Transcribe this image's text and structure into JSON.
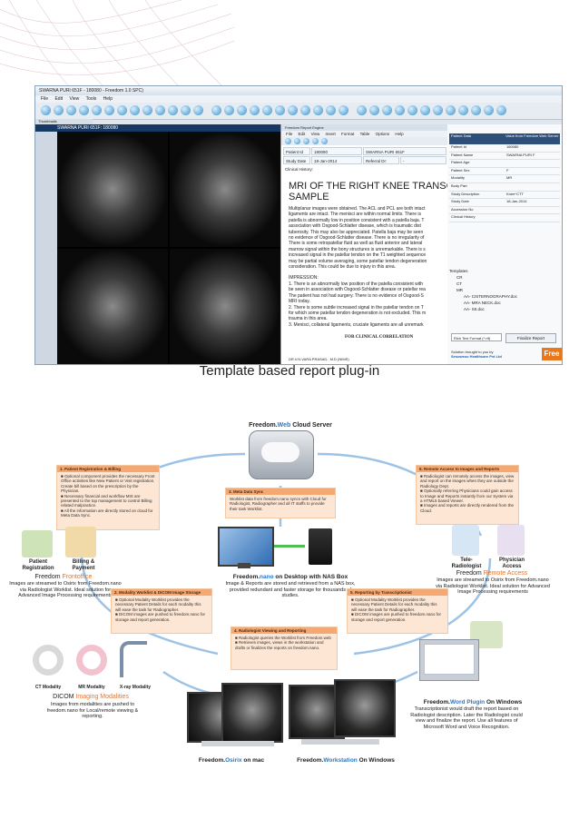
{
  "screenshot": {
    "title_bar": "SWARNA PURI 651F - 180080 - Freedom 1.0 SPC)",
    "menu": [
      "File",
      "Edit",
      "View",
      "Tools",
      "Help"
    ],
    "thumbnails_tab": "Thumbnails",
    "patient_tab": "SWARNA PURI 651F: 180080",
    "report_window_title": "Freedom Report Engine",
    "report_menu": [
      "File",
      "Edit",
      "View",
      "Insert",
      "Format",
      "Table",
      "Options",
      "Help"
    ],
    "patient_id_label": "Patient Id",
    "patient_id_value": "180080",
    "patient_name_value": "SWARNA PURI 651F",
    "study_date_label": "Study Date",
    "study_date_value": "18-Jan-2014",
    "referral_label": "Referral Dr:",
    "referral_value": "-",
    "clinical_history": "Clinical History:",
    "report_title_line1": "MRI OF THE RIGHT KNEE TRANSCRIPT",
    "report_title_line2": "SAMPLE",
    "report_lines": [
      "Multiplanar images were obtained.  The ACL and PCL are both intact",
      "ligaments are intact.  The menisci are within normal limits.  There is",
      "patella is abnormally low in position consistent with a patella baja.  T",
      "association with Osgood-Schlatter disease, which is traumatic dist",
      "tuberosity.  This may also be appreciated.  Patella baja may be seen",
      "no evidence of Osgood-Schlatter disease.  There is no irregularity of",
      " There is some retropatellar fluid as well as fluid anterior and lateral",
      "marrow signal within the bony structures is unremarkable.  There is s",
      "increased signal in the patellar tendon on the T1 weighted sequence",
      "may be partial volume averaging, some patellar tendon degeneration",
      "consideration.  This could be due to injury in this area.",
      "",
      "IMPRESSION:",
      "1.  There is an abnormally low position of the patella consistent with",
      "be seen in association with Osgood-Schlatter disease or patellar rea",
      " The patient has not had surgery.  There is no evidence of Osgood-S",
      "MRI today.",
      "2.  There is some subtle increased signal in the patellar tendon on T",
      "for which some patellar tendon degeneration is not excluded.  This m",
      "trauma in this area.",
      "3.  Menisci, collateral ligaments, cruciate ligaments are all unremark"
    ],
    "for_clinical_correlation": "FOR CLINICAL CORRELATION",
    "signature": "DR.V.N.VARA  PRASAD., M.D (NIMS)",
    "right_panel_headers": [
      "Patient Data",
      "Value from Freedom Web Server"
    ],
    "right_panel_rows": [
      [
        "Patient Id",
        "180080"
      ],
      [
        "Patient Name",
        "SWARNA PURI F"
      ],
      [
        "Patient Age",
        ""
      ],
      [
        "Patient Sex",
        "F"
      ],
      [
        "Modality",
        "MR"
      ],
      [
        "Body Part",
        ""
      ],
      [
        "Study Description",
        "Knee^CTT"
      ],
      [
        "Study Date",
        "18-Jan-2014"
      ],
      [
        "Accession No",
        ""
      ],
      [
        "Clinical History",
        ""
      ]
    ],
    "templates_label": "Templates",
    "template_tree": [
      "CR",
      "CT",
      "MR",
      "AA- CISTERNOGRAPHY.doc",
      "AA- MRA NECK.doc",
      "AA- SII.doc"
    ],
    "format_select": "Rich Text Format (*.rtf)",
    "finalize_button": "Finalize Report",
    "solution_by": "Solution brought to you by",
    "solution_company": "Sesoweso Healthcare Pvt Ltd",
    "logo_text": "Free"
  },
  "caption": "Template based report plug-in",
  "diagram": {
    "cloud_title_a": "Freedom.",
    "cloud_title_b": "Web",
    "cloud_title_c": " Cloud Server",
    "step1": {
      "head": "1. Patient Registration & Billing",
      "items": [
        "■ Optional component provides the necessary Front Office activities like New Patient or Visit registration. Create bill based on the prescription by the Physician.",
        "■ Necessary financial and workflow MIS are presented to the top management to control Billing related malpractice.",
        "■ All the information are directly stored on cloud for Meta Data Sync."
      ]
    },
    "step3": {
      "head": "3. Meta Data Sync",
      "body": "Worklist data from freedom.nano syncs with Cloud for Radiologist, Radiographer and all IT staffs to provide their task Worklist."
    },
    "step6": {
      "head": "6. Remote Access to Images and Reports",
      "items": [
        "■ Radiologist can remotely access the images, view and report on the images when they are outside the Radiology Dept.",
        "■ Optionally referring Physicians could gain access to Image and Reports instantly from our System via a HTML5 based Viewer.",
        "■ Images and reports are directly rendered from the Cloud."
      ]
    },
    "step2": {
      "head": "2. Modality Worklist & DICOM Image Storage",
      "items": [
        "■ Optional Modality Worklist provides the necessary Patient Details for each modality this will ease the task for Radiographer.",
        "■ DICOM images are pushed to freedom.nano for storage and report generation."
      ]
    },
    "step5": {
      "head": "5. Reporting by Transcriptionist",
      "items": [
        "■ Optional Modality Worklist provides the necessary Patient Details for each modality this will ease the task for Radiographer.",
        "■ DICOM images are pushed to freedom.nano for storage and report generation."
      ]
    },
    "step4": {
      "head": "4. Radiologist Viewing and Reporting",
      "items": [
        "■ Radiologist queries the Worklist from Freedom.web",
        "■ Retrieves images, views in the workstation and drafts or finalizes the reports on freedom.nano."
      ]
    },
    "patient_registration": "Patient Registration",
    "billing_payment": "Billing & Payment",
    "frontoffice_a": "Freedom",
    "frontoffice_b": "Frontoffice",
    "frontoffice_desc": "Images are streamed to Osirix from Freedom.nano via Radiologist Worklist. Ideal solution for Advanced Image Processing requirements",
    "nano_a": "Freedom.",
    "nano_b": "nano",
    "nano_c": " on Desktop with NAS Box",
    "nano_desc": "Image & Reports are stored and retrieved from a NAS box, provided redundant and faster storage for thousands of studies.",
    "teleradiologist": "Tele-Radiologist",
    "physician_access": "Physician Access",
    "remote_a": "Freedom",
    "remote_b": "Remote Access",
    "remote_desc": "Images are streamed to Osirix from Freedom.nano via Radiologist Worklist. Ideal solution for Advanced Image Processing requirements",
    "ct_modality": "CT Modality",
    "mr_modality": "MR Modality",
    "xray_modality": "X-ray Modality",
    "dicom_a": "DICOM",
    "dicom_b": "Imaging Modalities",
    "dicom_desc": "Images from modalities are pushed to freedom.nano for Local/remote viewing & reporting.",
    "word_a": "Freedom.",
    "word_b": "Word Plugin",
    "word_c": " On Windows",
    "word_desc": "Transcriptionist would draft the report based on Radiologist description. Later the Radiologist could view and finalize the report. Use all features of Microsoft Word and Voice Recognition.",
    "osirix_a": "Freedom.",
    "osirix_b": "Osirix",
    "osirix_c": " on mac",
    "ws_a": "Freedom.",
    "ws_b": "Workstation",
    "ws_c": " On Windows"
  }
}
